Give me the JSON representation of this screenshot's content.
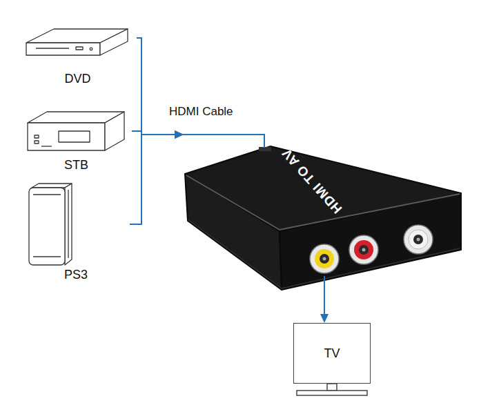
{
  "diagram": {
    "nodes": [
      {
        "text": [
          "DVD"
        ]
      },
      {
        "text": [
          "STB"
        ]
      },
      {
        "text": [
          "PS3"
        ]
      },
      {
        "text": [
          "HDMI TO AV"
        ]
      },
      {
        "text": [
          "TV"
        ]
      }
    ],
    "edges": [
      {
        "from": 0,
        "to": 3,
        "arrow": "to"
      },
      {
        "from": 1,
        "to": 3,
        "label": "HDMI Cable",
        "arrow": "to"
      },
      {
        "from": 2,
        "to": 3,
        "arrow": "to"
      },
      {
        "from": 3,
        "to": 4,
        "arrow": "to"
      }
    ]
  }
}
